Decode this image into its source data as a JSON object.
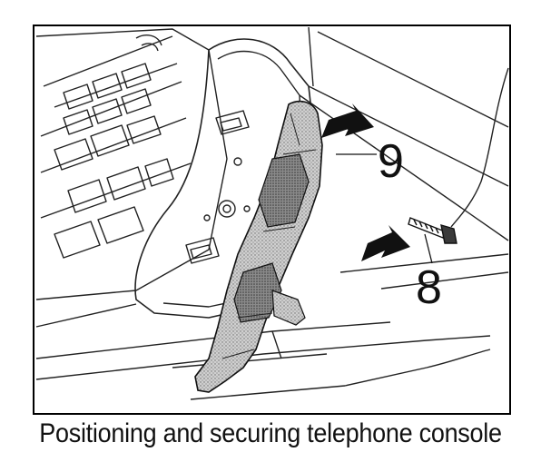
{
  "figure": {
    "callout_9": "9",
    "callout_8": "8"
  },
  "caption": "Positioning and securing telephone console"
}
